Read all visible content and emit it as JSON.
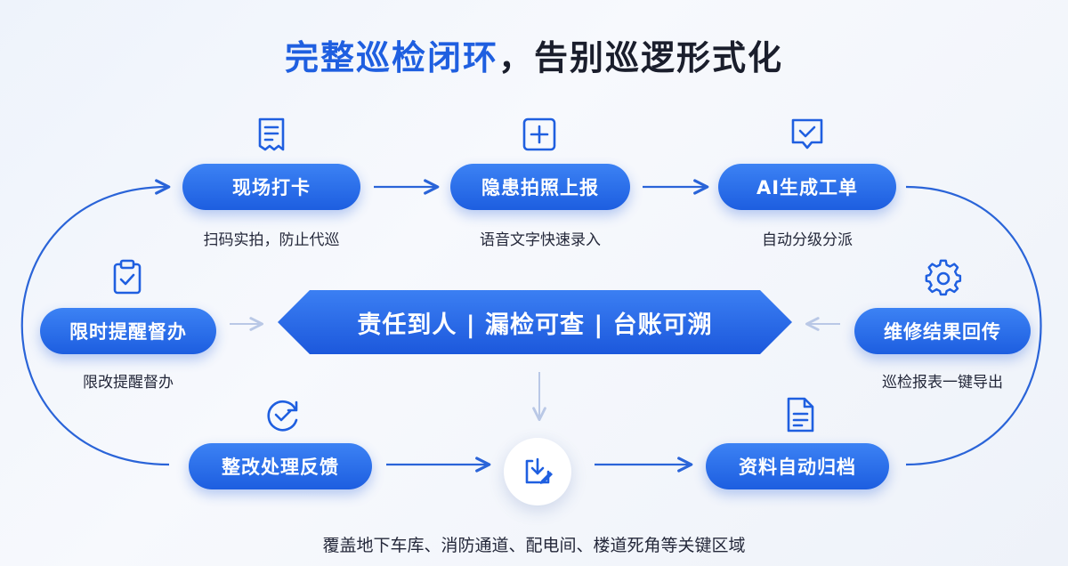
{
  "title": {
    "prefix": "完整巡检闭环",
    "suffix": "，告别巡逻形式化"
  },
  "nodes": {
    "checkin": {
      "label": "现场打卡",
      "sub": "扫码实拍，防止代巡",
      "icon": "receipt-icon"
    },
    "report": {
      "label": "隐患拍照上报",
      "sub": "语音文字快速录入",
      "icon": "plus-square-icon"
    },
    "ai": {
      "label": "AI生成工单",
      "sub": "自动分级分派",
      "icon": "chat-check-icon"
    },
    "repair": {
      "label": "维修结果回传",
      "sub": "巡检报表一键导出",
      "icon": "gear-icon"
    },
    "archive": {
      "label": "资料自动归档",
      "icon": "document-icon"
    },
    "rectify": {
      "label": "整改处理反馈",
      "icon": "refresh-check-icon"
    },
    "reminder": {
      "label": "限时提醒督办",
      "sub": "限改提醒督办",
      "icon": "clipboard-check-icon"
    }
  },
  "banner": {
    "text": "责任到人 | 漏检可查 | 台账可溯"
  },
  "hub": {
    "icon": "download-edit-icon"
  },
  "footer": {
    "text": "覆盖地下车库、消防通道、配电间、楼道死角等关键区域"
  },
  "colors": {
    "primary": "#1f5fe0",
    "pill_light": "#3c82f4",
    "connector": "#2a64d8",
    "faint_arrow": "#b9c8e6"
  }
}
